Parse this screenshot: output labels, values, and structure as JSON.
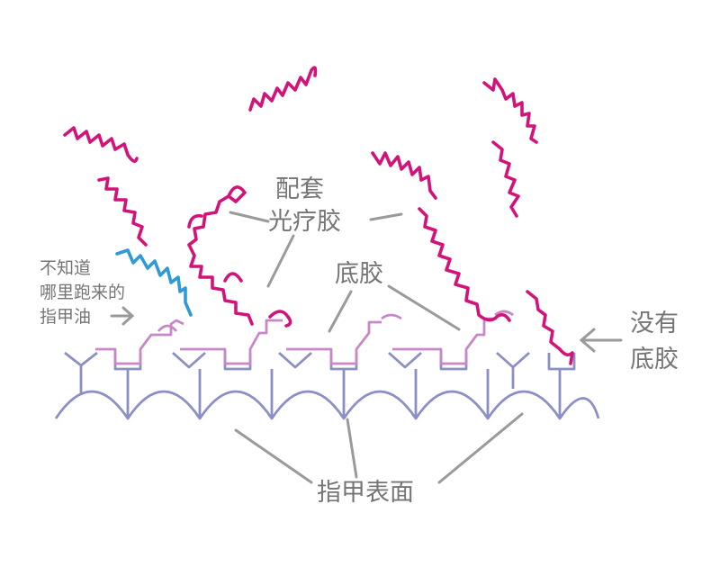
{
  "labels": {
    "gel_line1": "配套",
    "gel_line2": "光疗胶",
    "base_coat": "底胶",
    "oil_line1": "不知道",
    "oil_line2": "哪里跑来的",
    "oil_line3": "指甲油",
    "no_base_line1": "没有",
    "no_base_line2": "底胶",
    "nail_surface": "指甲表面"
  },
  "colors": {
    "gel_polymer": "#d1137a",
    "nail_polish": "#2f9ad6",
    "base_coat": "#c887c6",
    "nail_surface": "#8c8fc4",
    "label_text": "#757575"
  },
  "icons": {
    "oil_arrow": "arrow-right-icon",
    "no_base_arrow": "arrow-left-icon"
  }
}
